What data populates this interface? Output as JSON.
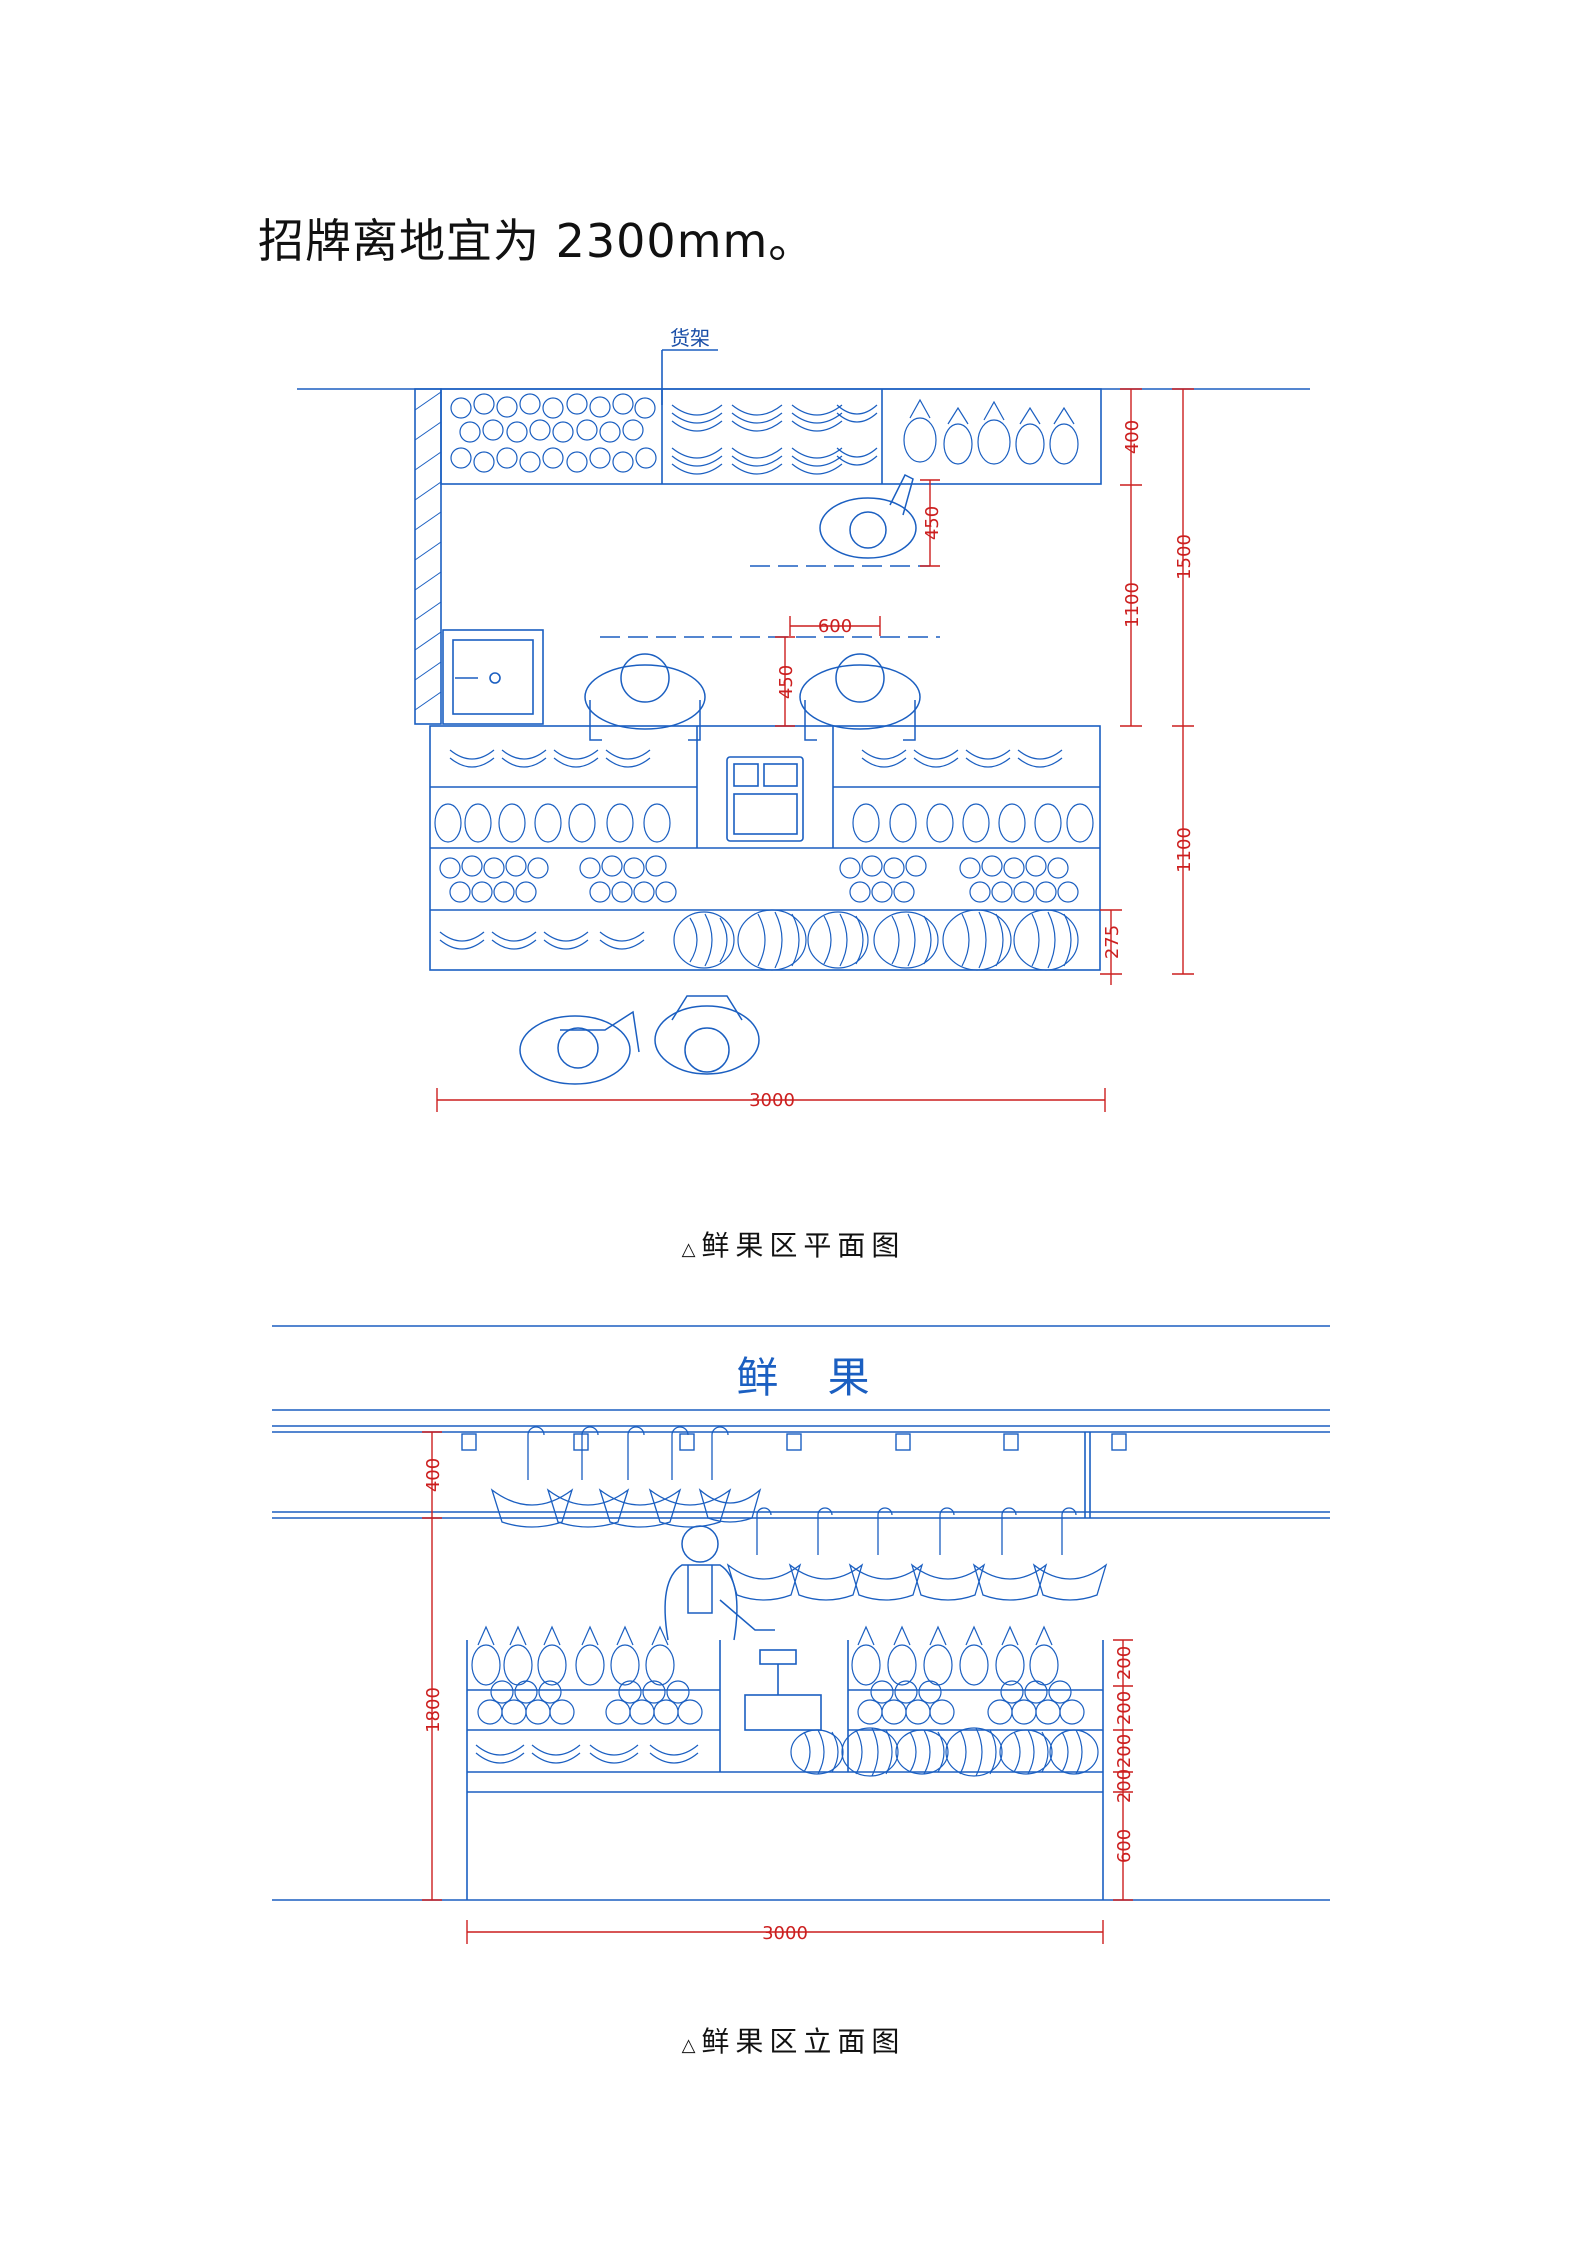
{
  "document": {
    "heading": "招牌离地宜为 2300mm。"
  },
  "plan": {
    "caption_marker": "△",
    "caption": "鲜果区平面图",
    "shelf_label": "货架",
    "dimensions": {
      "d400": "400",
      "d450_top": "450",
      "d1500": "1500",
      "d1100_upper": "1100",
      "d600": "600",
      "d450_mid": "450",
      "d1100_lower": "1100",
      "d275": "275",
      "d3000": "3000"
    }
  },
  "elevation": {
    "caption_marker": "△",
    "caption": "鲜果区立面图",
    "sign_text": "鲜 果",
    "dimensions": {
      "d400": "400",
      "d1800": "1800",
      "d200_a": "200",
      "d200_b": "200",
      "d200_c": "200",
      "d200_d": "200",
      "d600": "600",
      "d3000": "3000"
    }
  },
  "colors": {
    "line": "#1b5fc1",
    "dimension": "#cc1f1f",
    "text": "#111111"
  }
}
